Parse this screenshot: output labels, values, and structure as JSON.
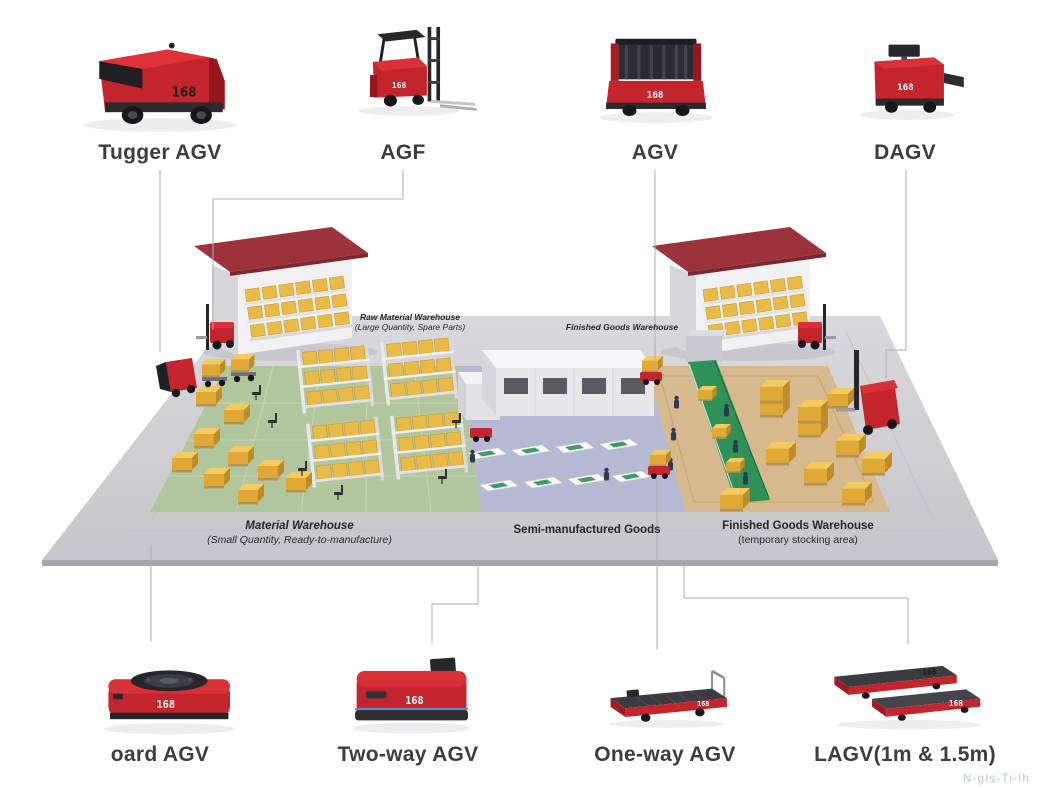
{
  "page": {
    "watermark": "N-gIs-Ti-Ih"
  },
  "top_row": [
    {
      "label": "Tugger AGV"
    },
    {
      "label": "AGF"
    },
    {
      "label": "AGV"
    },
    {
      "label": "DAGV"
    }
  ],
  "bottom_row": [
    {
      "label": "oard AGV"
    },
    {
      "label": "Two-way AGV"
    },
    {
      "label": "One-way AGV"
    },
    {
      "label": "LAGV(1m & 1.5m)"
    }
  ],
  "vehicle_logo": "168",
  "scene": {
    "labels": {
      "raw_material_line1": "Raw Material Warehouse",
      "raw_material_line2": "(Large Quantity, Spare Parts)",
      "finished_goods_top": "Finished Goods Warehouse",
      "material_line1": "Material Warehouse",
      "material_line2": "(Small Quantity, Ready-to-manufacture)",
      "semi_manufactured": "Semi-manufactured Goods",
      "finished_goods_line1": "Finished Goods Warehouse",
      "finished_goods_line2": "(temporary stocking area)"
    }
  },
  "colors": {
    "vehicle_red": "#c4252c",
    "roof_red": "#9c323a",
    "floor_gray": "#cdced2",
    "zone_green": "#b2c69e",
    "zone_lavender": "#b5b9d4",
    "zone_tan": "#d7b98f",
    "box_yellow": "#e8b842",
    "conveyor_green": "#2f9158"
  }
}
